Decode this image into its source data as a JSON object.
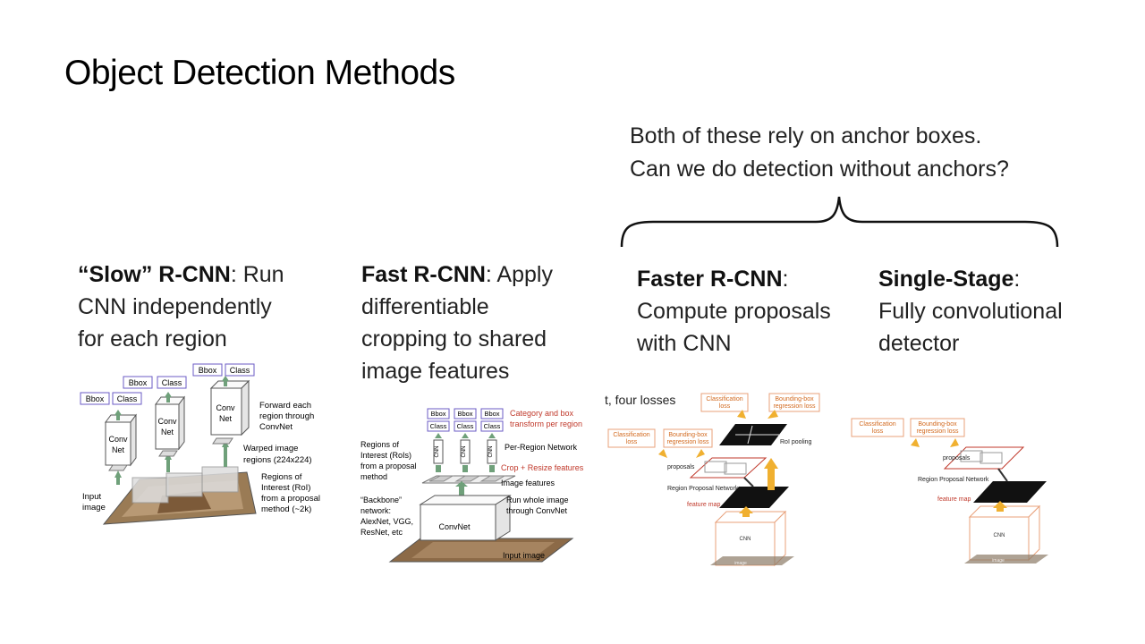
{
  "slide": {
    "title": "Object Detection Methods"
  },
  "note": {
    "line1": "Both of these rely on anchor boxes.",
    "line2": "Can we do detection without anchors?"
  },
  "methods": [
    {
      "name": "“Slow” R-CNN",
      "desc_lines": [
        ": Run",
        "CNN independently",
        "for each region"
      ]
    },
    {
      "name": "Fast R-CNN",
      "desc_lines": [
        ": Apply",
        "differentiable",
        "cropping to shared",
        "image features"
      ]
    },
    {
      "name": "Faster R-CNN",
      "desc_lines": [
        ":",
        "Compute proposals",
        "with CNN"
      ]
    },
    {
      "name": "Single-Stage",
      "desc_lines": [
        ":",
        "Fully convolutional",
        "detector"
      ]
    }
  ],
  "slow_diagram": {
    "bbox": "Bbox",
    "class": "Class",
    "convnet": "Conv Net",
    "forward": [
      "Forward each",
      "region through",
      "ConvNet"
    ],
    "warped": [
      "Warped image",
      "regions (224x224)"
    ],
    "rois": [
      "Regions of",
      "Interest (RoI)",
      "from a proposal",
      "method (~2k)"
    ],
    "input": [
      "Input",
      "image"
    ]
  },
  "fast_diagram": {
    "bbox": "Bbox",
    "class": "Class",
    "cnn": "CNN",
    "category": [
      "Category and box",
      "transform per region"
    ],
    "per_region": "Per-Region Network",
    "crop": "Crop + Resize features",
    "image_features": "Image features",
    "run_whole": [
      "Run whole image",
      "through ConvNet"
    ],
    "rois": [
      "Regions of",
      "Interest (RoIs)",
      "from a proposal",
      "method"
    ],
    "backbone": [
      "“Backbone”",
      "network:",
      "AlexNet, VGG,",
      "ResNet, etc"
    ],
    "convnet": "ConvNet",
    "input": "Input image"
  },
  "faster_diagram": {
    "caption": "t, four losses",
    "cls_loss": [
      "Classification",
      "loss"
    ],
    "bbox_loss": [
      "Bounding-box",
      "regression loss"
    ],
    "roi_pooling": "RoI pooling",
    "proposals": "proposals",
    "rpn": "Region Proposal Network",
    "feature_map": "feature map",
    "cnn": "CNN",
    "image": "image"
  },
  "single_diagram": {
    "cls_loss": [
      "Classification",
      "loss"
    ],
    "bbox_loss": [
      "Bounding-box",
      "regression loss"
    ],
    "proposals": "proposals",
    "rpn": "Region Proposal Network",
    "feature_map": "feature map",
    "cnn": "CNN",
    "image": "image"
  }
}
